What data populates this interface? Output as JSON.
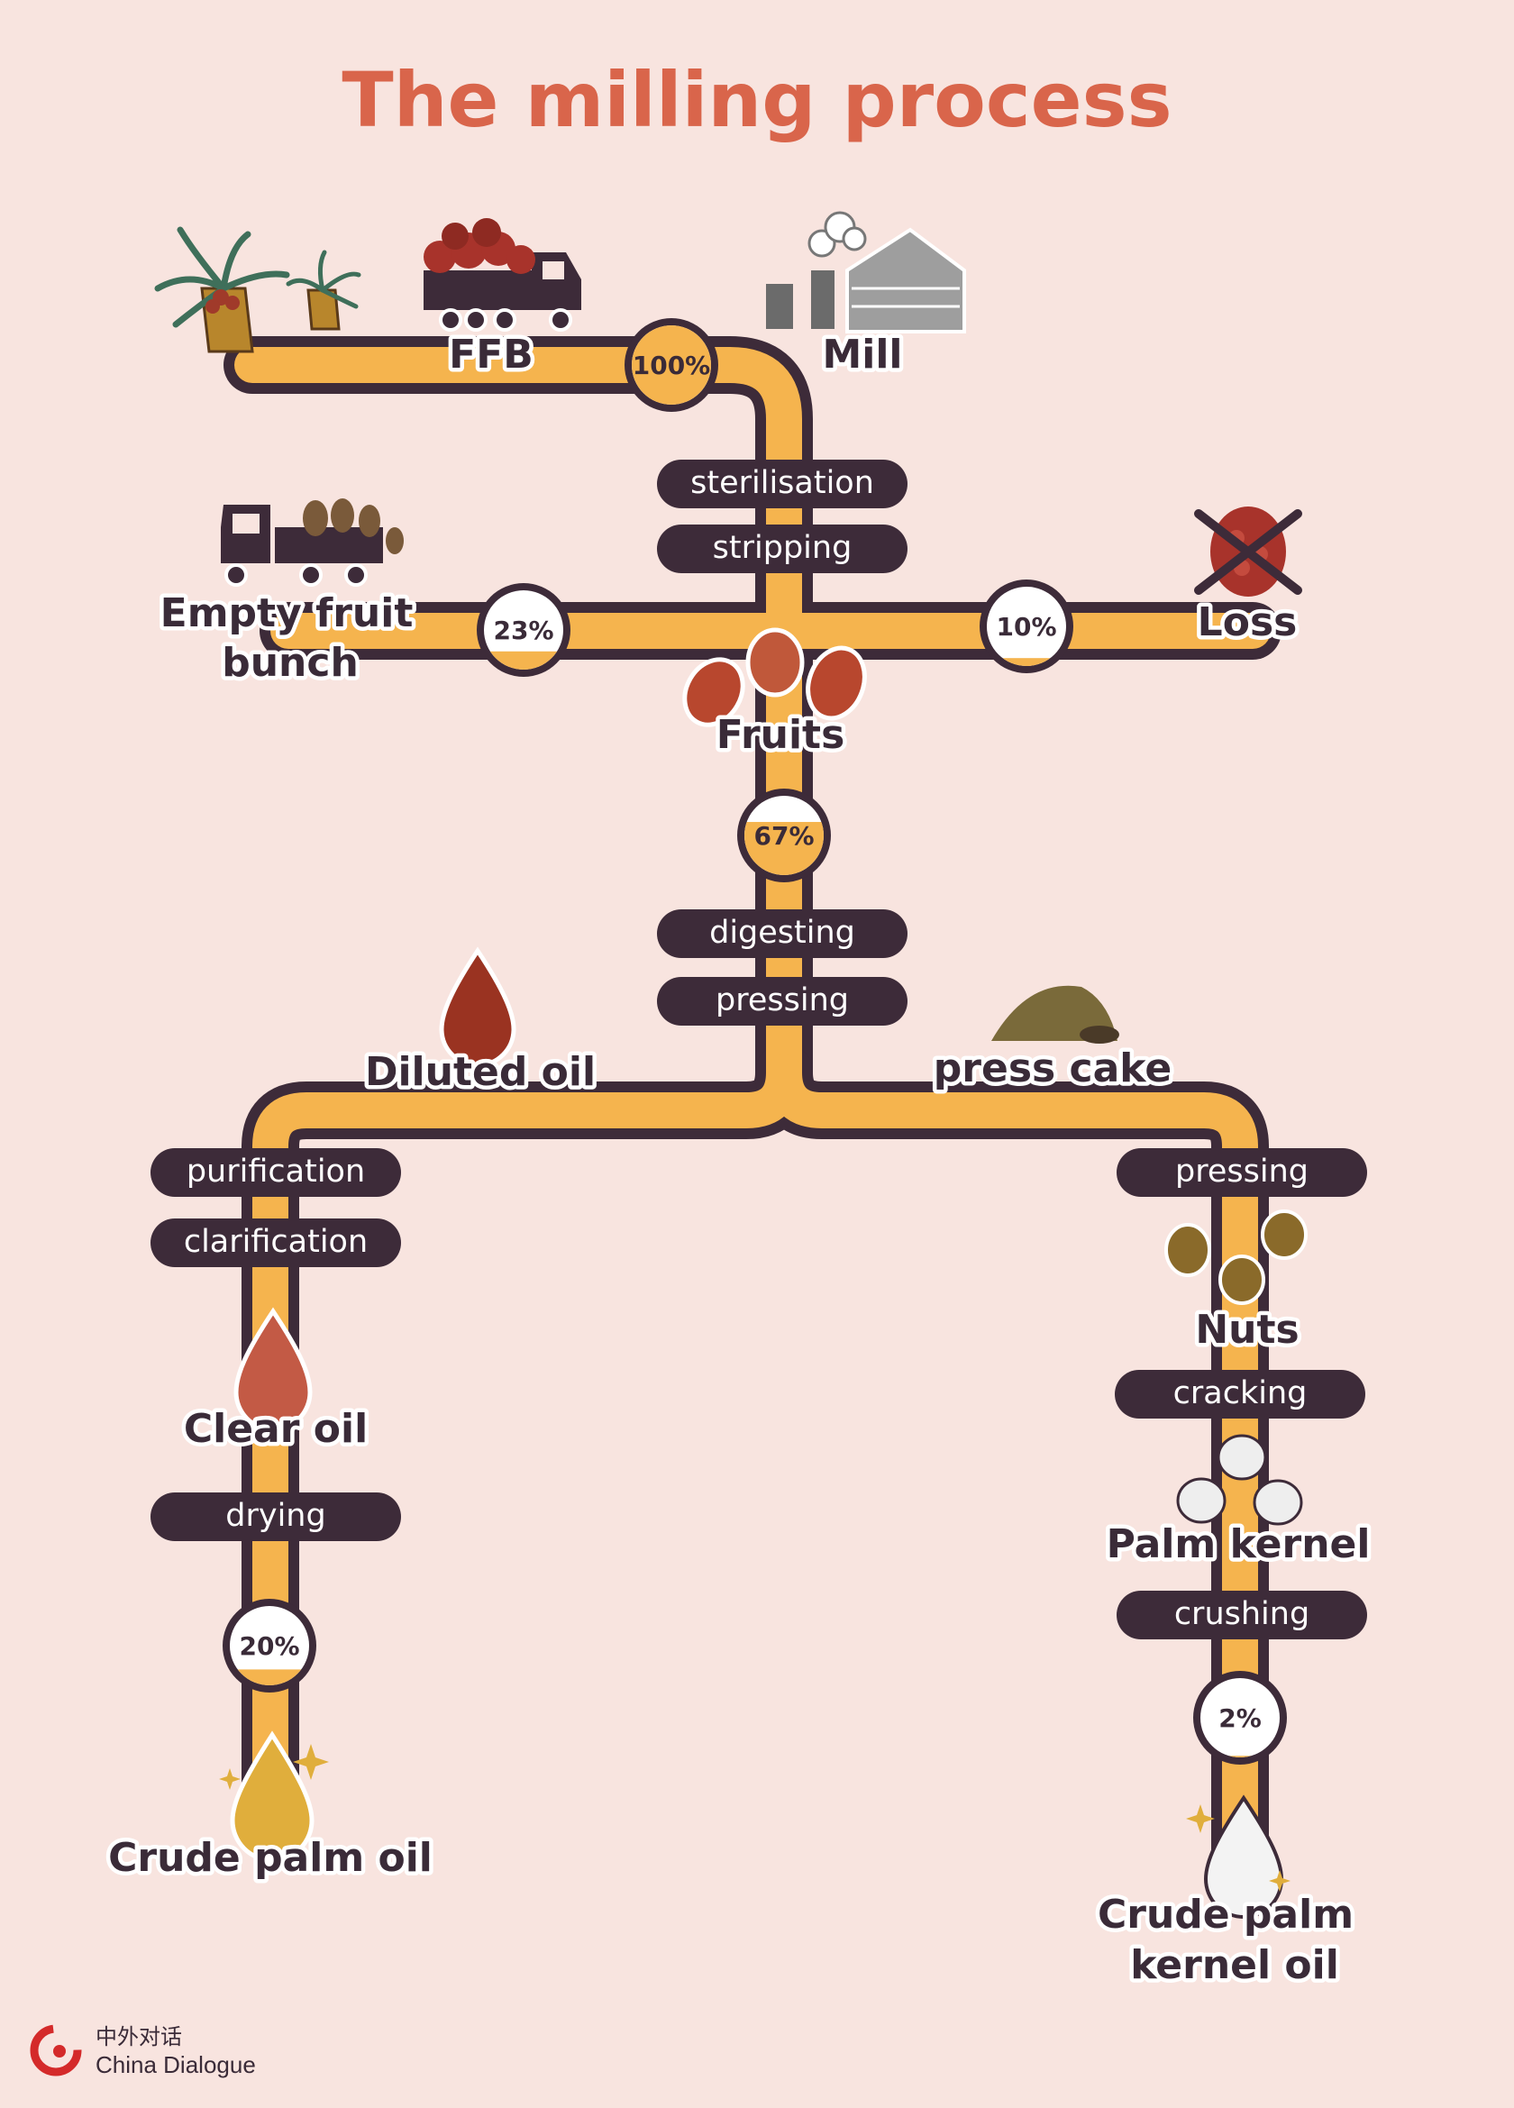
{
  "title": "The milling process",
  "nodes": {
    "ffb": "FFB",
    "mill": "Mill",
    "empty_fruit_bunch_1": "Empty fruit",
    "empty_fruit_bunch_2": "bunch",
    "loss": "Loss",
    "fruits": "Fruits",
    "diluted_oil": "Diluted oil",
    "press_cake": "press cake",
    "nuts": "Nuts",
    "palm_kernel": "Palm kernel",
    "clear_oil": "Clear oil",
    "crude_palm_oil": "Crude palm oil",
    "crude_palm_kernel_oil_1": "Crude palm",
    "crude_palm_kernel_oil_2": "kernel oil"
  },
  "steps": {
    "sterilisation": "sterilisation",
    "stripping": "stripping",
    "digesting": "digesting",
    "pressing_main": "pressing",
    "purification": "purification",
    "clarification": "clarification",
    "drying": "drying",
    "pressing_cake": "pressing",
    "cracking": "cracking",
    "crushing": "crushing"
  },
  "percentages": {
    "ffb": "100%",
    "empty_fruit_bunch": "23%",
    "loss": "10%",
    "fruits": "67%",
    "crude_palm_oil": "20%",
    "crude_palm_kernel_oil": "2%"
  },
  "percent_values": {
    "ffb": 100,
    "empty_fruit_bunch": 23,
    "loss": 10,
    "fruits": 67,
    "crude_palm_oil": 20,
    "crude_palm_kernel_oil": 2
  },
  "brand": {
    "chinese": "中外对话",
    "english": "China Dialogue"
  },
  "colors": {
    "background": "#f8e4df",
    "pipe": "#f5b44e",
    "outline": "#3d2b39",
    "title": "#d9654b",
    "pill": "#3d2b39",
    "brand": "#d42a2a"
  },
  "icons": [
    "palm-tree-icon",
    "truck-fruit-icon",
    "factory-icon",
    "truck-bunch-icon",
    "crossed-fruit-icon",
    "fruits-icon",
    "oil-drop-dark-icon",
    "press-cake-icon",
    "oil-drop-clear-icon",
    "nuts-icon",
    "palm-kernel-icon",
    "crude-palm-oil-drop-icon",
    "kernel-oil-drop-icon",
    "china-dialogue-logo-icon"
  ]
}
